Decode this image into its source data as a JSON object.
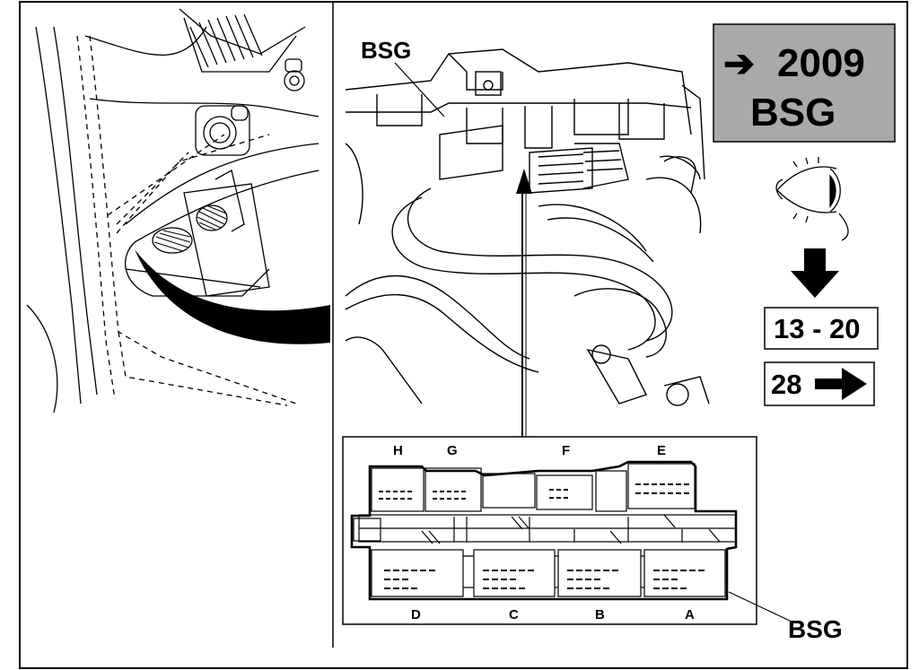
{
  "figure": {
    "bsg_callout_top": "BSG",
    "bsg_callout_bottom": "BSG",
    "model_box": {
      "arrow_glyph": "➔",
      "year": "2009",
      "code": "BSG",
      "fill_color": "#a9a9a9"
    },
    "eye_icon": "eye-icon",
    "down_arrow_icon": "arrow-down-icon",
    "page_range": "13 - 20",
    "next_page": "28",
    "next_page_arrow_icon": "arrow-right-icon",
    "connector_labels_top": [
      "H",
      "G",
      "F",
      "E"
    ],
    "connector_labels_bottom": [
      "D",
      "C",
      "B",
      "A"
    ]
  }
}
